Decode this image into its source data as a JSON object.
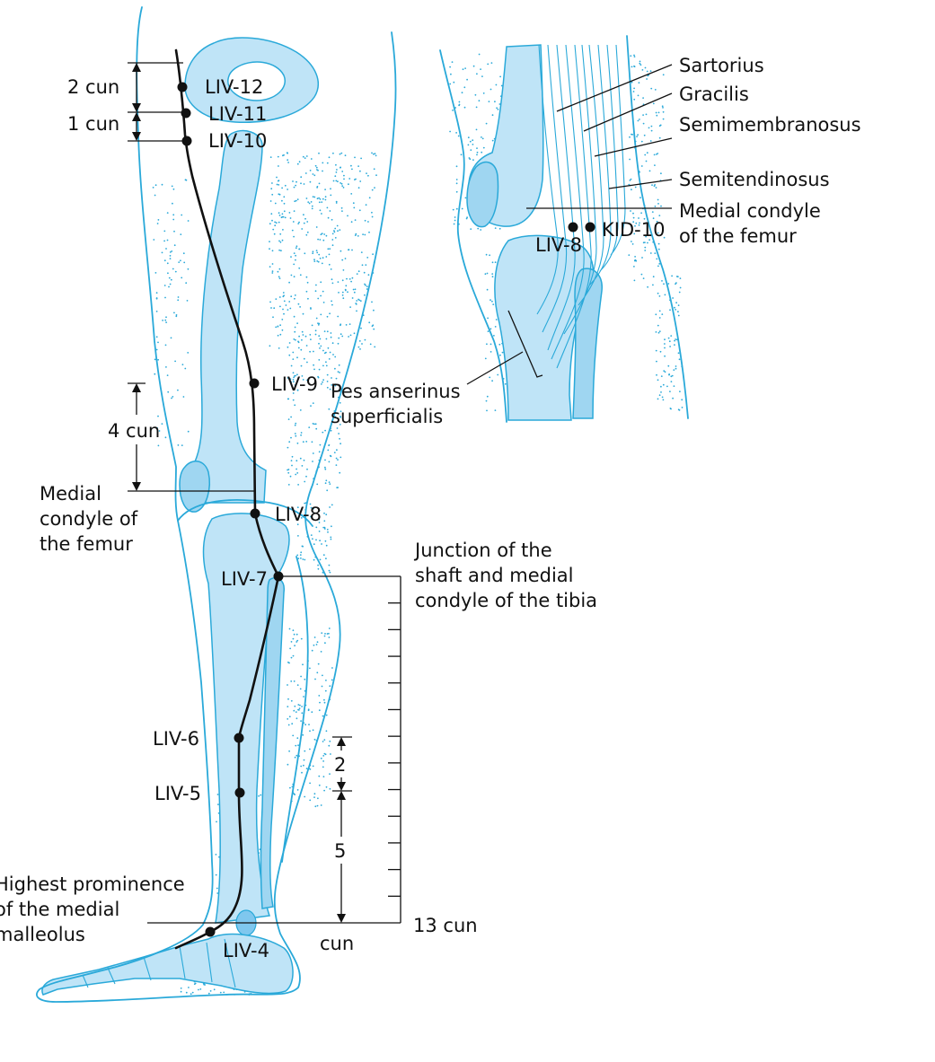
{
  "colors": {
    "outline": "#2aa9d9",
    "bone_fill": "#bfe4f7",
    "meridian": "#111111",
    "background": "#ffffff"
  },
  "points": {
    "liv12": "LIV-12",
    "liv11": "LIV-11",
    "liv10": "LIV-10",
    "liv9": "LIV-9",
    "liv8": "LIV-8",
    "liv7": "LIV-7",
    "liv6": "LIV-6",
    "liv5": "LIV-5",
    "liv4": "LIV-4"
  },
  "measurements": {
    "two_cun": "2 cun",
    "one_cun": "1 cun",
    "four_cun": "4 cun",
    "two": "2",
    "five": "5",
    "thirteen_cun": "13 cun",
    "cun": "cun"
  },
  "landmarks": {
    "medial_condyle_line1": "Medial",
    "medial_condyle_line2": "condyle of",
    "medial_condyle_line3": "the femur",
    "junction_line1": "Junction of the",
    "junction_line2": "shaft and medial",
    "junction_line3": "condyle of the tibia",
    "malleolus_line1": "Highest prominence",
    "malleolus_line2": "of the medial",
    "malleolus_line3": "malleolus"
  },
  "inset": {
    "sartorius": "Sartorius",
    "gracilis": "Gracilis",
    "semimembranosus": "Semimembranosus",
    "semitendinosus": "Semitendinosus",
    "medial_condyle_line1": "Medial condyle",
    "medial_condyle_line2": "of the femur",
    "liv8": "LIV-8",
    "kid10": "KID-10",
    "pes_line1": "Pes anserinus",
    "pes_line2": "superficialis"
  }
}
